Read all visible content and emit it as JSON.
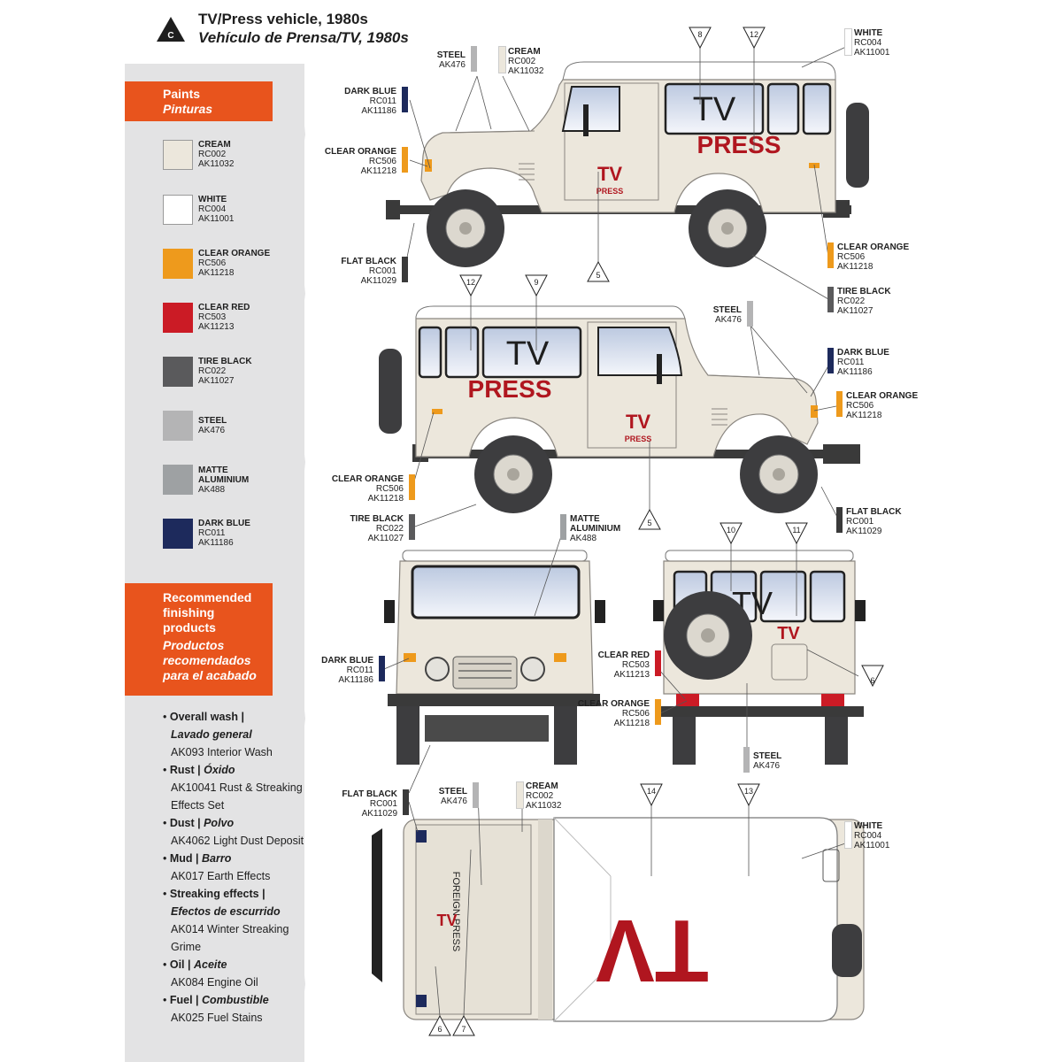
{
  "header": {
    "badge": "C",
    "title_en": "TV/Press vehicle, 1980s",
    "title_es": "Vehículo de Prensa/TV, 1980s"
  },
  "paints_heading": {
    "en": "Paints",
    "es": "Pinturas"
  },
  "paints": [
    {
      "name": "CREAM",
      "code1": "RC002",
      "code2": "AK11032",
      "color": "#ece7dc"
    },
    {
      "name": "WHITE",
      "code1": "RC004",
      "code2": "AK11001",
      "color": "#ffffff"
    },
    {
      "name": "CLEAR ORANGE",
      "code1": "RC506",
      "code2": "AK11218",
      "color": "#ee9a1c"
    },
    {
      "name": "CLEAR RED",
      "code1": "RC503",
      "code2": "AK11213",
      "color": "#cb1b25"
    },
    {
      "name": "TIRE BLACK",
      "code1": "RC022",
      "code2": "AK11027",
      "color": "#5a5a5c"
    },
    {
      "name": "STEEL",
      "code1": "AK476",
      "code2": "",
      "color": "#b4b4b5"
    },
    {
      "name": "MATTE ALUMINIUM",
      "code1": "AK488",
      "code2": "",
      "color": "#9ea1a3"
    },
    {
      "name": "DARK BLUE",
      "code1": "RC011",
      "code2": "AK11186",
      "color": "#1d2a5c"
    }
  ],
  "finishing_heading": {
    "en": [
      "Recommended",
      "finishing",
      "products"
    ],
    "es": [
      "Productos",
      "recomendados",
      "para el acabado"
    ]
  },
  "finishing": [
    {
      "en": "Overall wash |",
      "es": "Lavado general",
      "product": [
        "AK093 Interior Wash"
      ]
    },
    {
      "en": "Rust |",
      "es": "Óxido",
      "product": [
        "AK10041 Rust & Streaking",
        "Effects Set"
      ]
    },
    {
      "en": "Dust |",
      "es": "Polvo",
      "product": [
        "AK4062 Light Dust Deposit"
      ]
    },
    {
      "en": "Mud |",
      "es": "Barro",
      "product": [
        "AK017 Earth Effects"
      ]
    },
    {
      "en": "Streaking effects |",
      "es": "Efectos de escurrido",
      "product": [
        "AK014 Winter Streaking",
        "Grime"
      ]
    },
    {
      "en": "Oil |",
      "es": "Aceite",
      "product": [
        "AK084 Engine Oil"
      ]
    },
    {
      "en": "Fuel |",
      "es": "Combustible",
      "product": [
        "AK025 Fuel Stains"
      ]
    }
  ],
  "decals": {
    "tv": "TV",
    "press": "PRESS",
    "foreign_press": "FOREIGN PRESS"
  },
  "callouts": {
    "steel": {
      "name": "STEEL",
      "code1": "AK476",
      "code2": ""
    },
    "cream": {
      "name": "CREAM",
      "code1": "RC002",
      "code2": "AK11032"
    },
    "white": {
      "name": "WHITE",
      "code1": "RC004",
      "code2": "AK11001"
    },
    "dark_blue": {
      "name": "DARK BLUE",
      "code1": "RC011",
      "code2": "AK11186"
    },
    "clear_orange": {
      "name": "CLEAR ORANGE",
      "code1": "RC506",
      "code2": "AK11218"
    },
    "flat_black": {
      "name": "FLAT BLACK",
      "code1": "RC001",
      "code2": "AK11029"
    },
    "tire_black": {
      "name": "TIRE BLACK",
      "code1": "RC022",
      "code2": "AK11027"
    },
    "matte_aluminium": {
      "name": "MATTE ALUMINIUM",
      "code1": "AK488",
      "code2": ""
    },
    "clear_red": {
      "name": "CLEAR RED",
      "code1": "RC503",
      "code2": "AK11213"
    }
  },
  "markers": {
    "m5": "5",
    "m6": "6",
    "m7": "7",
    "m8": "8",
    "m9": "9",
    "m10": "10",
    "m11": "11",
    "m12": "12",
    "m13": "13",
    "m14": "14"
  }
}
